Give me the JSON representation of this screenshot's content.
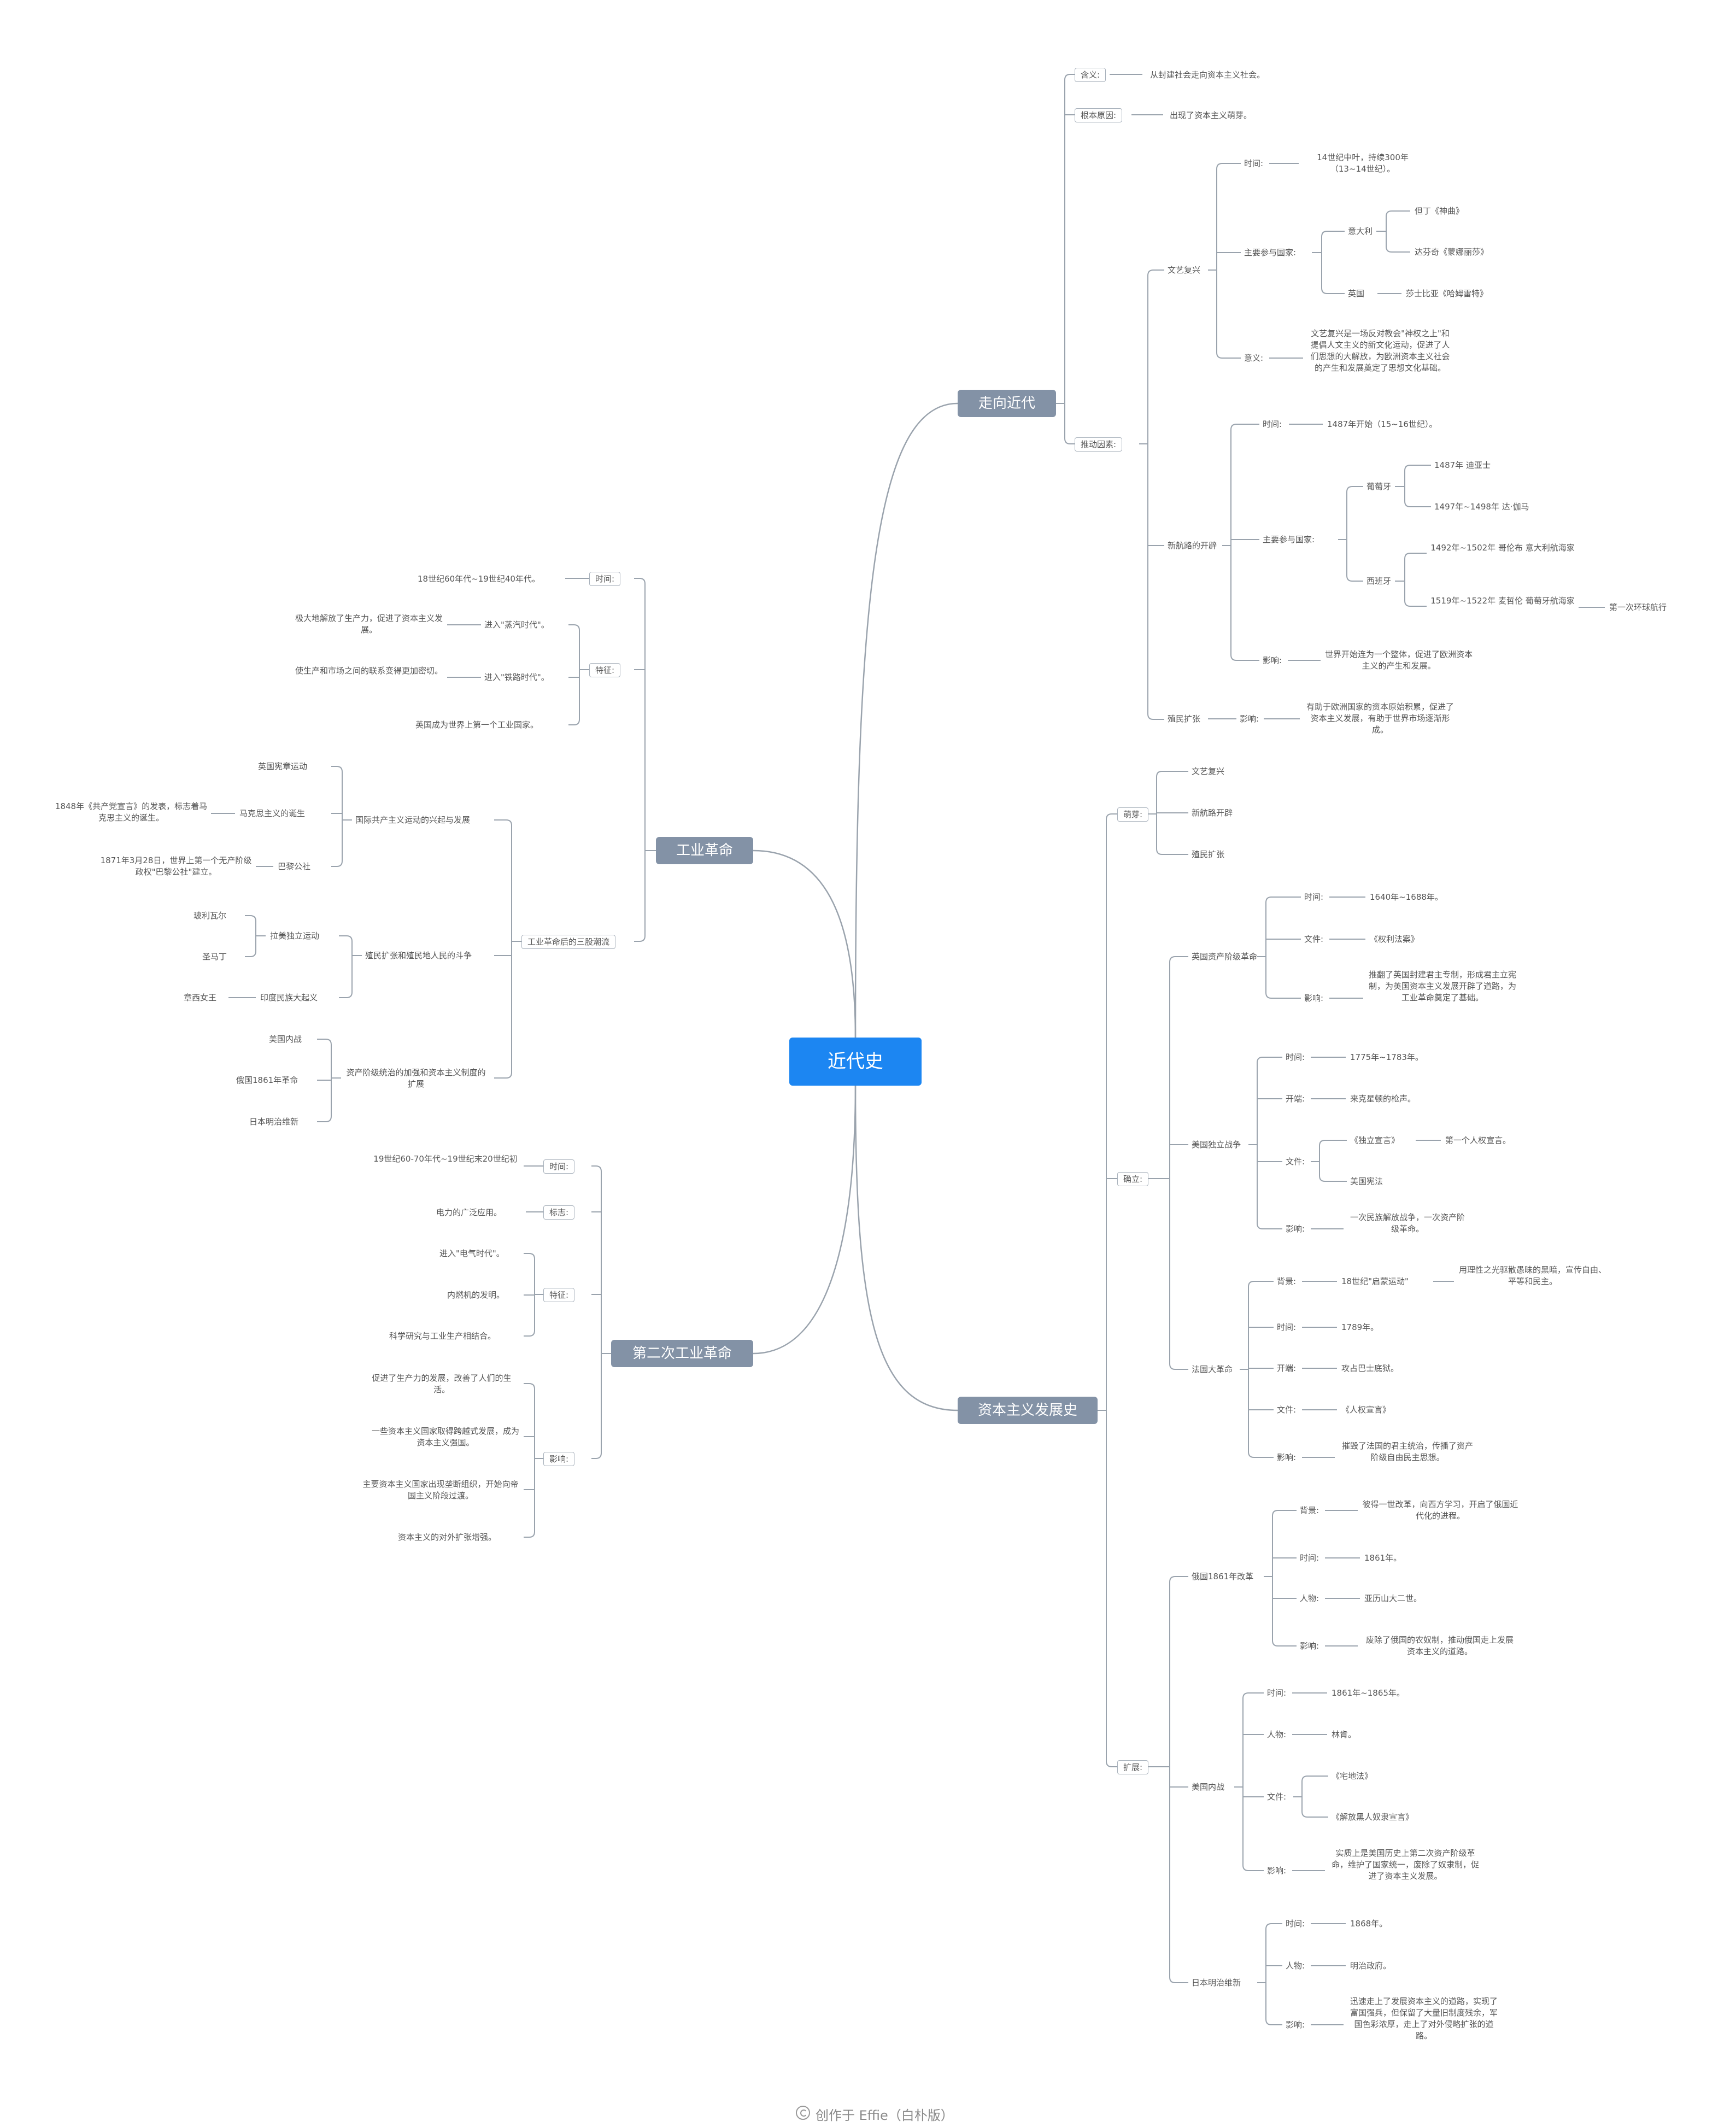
{
  "root": "近代史",
  "branches": {
    "zouxiang": "走向近代",
    "zibenzhuyi": "资本主义发展史",
    "gongye": "工业革命",
    "dierci": "第二次工业革命"
  },
  "zouxiang": {
    "hanyi_label": "含义:",
    "hanyi_text": "从封建社会走向资本主义社会。",
    "genben_label": "根本原因:",
    "genben_text": "出现了资本主义萌芽。",
    "tuidong_label": "推动因素:",
    "wenyi": {
      "label": "文艺复兴",
      "shijian_label": "时间:",
      "shijian_text": "14世纪中叶，持续300年（13~14世纪）。",
      "guojia_label": "主要参与国家:",
      "yidali": "意大利",
      "danding": "但丁《神曲》",
      "dafenqi": "达芬奇《蒙娜丽莎》",
      "yingguo": "英国",
      "shashibiya": "莎士比亚《哈姆雷特》",
      "yiyi_label": "意义:",
      "yiyi_text": "文艺复兴是一场反对教会\"神权之上\"和提倡人文主义的新文化运动，促进了人们思想的大解放，为欧洲资本主义社会的产生和发展奠定了思想文化基础。"
    },
    "xinhanglu": {
      "label": "新航路的开辟",
      "shijian_label": "时间:",
      "shijian_text": "1487年开始（15~16世纪）。",
      "guojia_label": "主要参与国家:",
      "putaoya": "葡萄牙",
      "dias": "1487年  迪亚士",
      "dajiama": "1497年~1498年  达·伽马",
      "xibanya": "西班牙",
      "gelunbu": "1492年~1502年  哥伦布  意大利航海家",
      "maizhelun": "1519年~1522年  麦哲伦  葡萄牙航海家",
      "huanqiu": "第一次环球航行",
      "yingxiang_label": "影响:",
      "yingxiang_text": "世界开始连为一个整体，促进了欧洲资本主义的产生和发展。"
    },
    "zhimin": {
      "label": "殖民扩张",
      "yingxiang_label": "影响:",
      "yingxiang_text": "有助于欧洲国家的资本原始积累，促进了资本主义发展，有助于世界市场逐渐形成。"
    }
  },
  "zibenzhuyi": {
    "mengya": {
      "label": "萌芽:",
      "items": [
        "文艺复兴",
        "新航路开辟",
        "殖民扩张"
      ]
    },
    "queli": {
      "label": "确立:",
      "yingguo": {
        "label": "英国资产阶级革命",
        "shijian_label": "时间:",
        "shijian_text": "1640年~1688年。",
        "wenjian_label": "文件:",
        "wenjian_text": "《权利法案》",
        "yingxiang_label": "影响:",
        "yingxiang_text": "推翻了英国封建君主专制，形成君主立宪制，为英国资本主义发展开辟了道路，为工业革命奠定了基础。"
      },
      "meiguo": {
        "label": "美国独立战争",
        "shijian_label": "时间:",
        "shijian_text": "1775年~1783年。",
        "kaiduan_label": "开端:",
        "kaiduan_text": "来克星顿的枪声。",
        "wenjian_label": "文件:",
        "duli": "《独立宣言》",
        "renquan": "第一个人权宣言。",
        "xianfa": "美国宪法",
        "yingxiang_label": "影响:",
        "yingxiang_text": "一次民族解放战争，一次资产阶级革命。"
      },
      "faguo": {
        "label": "法国大革命",
        "beijing_label": "背景:",
        "beijing_text": "18世纪\"启蒙运动\"",
        "qimeng_text": "用理性之光驱散愚昧的黑暗，宣传自由、平等和民主。",
        "shijian_label": "时间:",
        "shijian_text": "1789年。",
        "kaiduan_label": "开端:",
        "kaiduan_text": "攻占巴士底狱。",
        "wenjian_label": "文件:",
        "wenjian_text": "《人权宣言》",
        "yingxiang_label": "影响:",
        "yingxiang_text": "摧毁了法国的君主统治，传播了资产阶级自由民主思想。"
      }
    },
    "kuozhan": {
      "label": "扩展:",
      "eguo": {
        "label": "俄国1861年改革",
        "beijing_label": "背景:",
        "beijing_text": "彼得一世改革，向西方学习，开启了俄国近代化的进程。",
        "shijian_label": "时间:",
        "shijian_text": "1861年。",
        "renwu_label": "人物:",
        "renwu_text": "亚历山大二世。",
        "yingxiang_label": "影响:",
        "yingxiang_text": "废除了俄国的农奴制，推动俄国走上发展资本主义的道路。"
      },
      "meiguo": {
        "label": "美国内战",
        "shijian_label": "时间:",
        "shijian_text": "1861年~1865年。",
        "renwu_label": "人物:",
        "renwu_text": "林肯。",
        "wenjian_label": "文件:",
        "zhaidi": "《宅地法》",
        "jiefang": "《解放黑人奴隶宣言》",
        "yingxiang_label": "影响:",
        "yingxiang_text": "实质上是美国历史上第二次资产阶级革命，维护了国家统一，废除了奴隶制，促进了资本主义发展。"
      },
      "riben": {
        "label": "日本明治维新",
        "shijian_label": "时间:",
        "shijian_text": "1868年。",
        "renwu_label": "人物:",
        "renwu_text": "明治政府。",
        "yingxiang_label": "影响:",
        "yingxiang_text": "迅速走上了发展资本主义的道路，实现了富国强兵，但保留了大量旧制度残余，军国色彩浓厚，走上了对外侵略扩张的道路。"
      }
    }
  },
  "gongye": {
    "shijian_label": "时间:",
    "shijian_text": "18世纪60年代~19世纪40年代。",
    "tezheng_label": "特征:",
    "zhengqi": "进入\"蒸汽时代\"。",
    "zhengqi_desc": "极大地解放了生产力，促进了资本主义发展。",
    "tielu": "进入\"铁路时代\"。",
    "tielu_desc": "使生产和市场之间的联系变得更加密切。",
    "yingguo": "英国成为世界上第一个工业国家。",
    "chaoliu_label": "工业革命后的三股潮流",
    "gongchan": {
      "label": "国际共产主义运动的兴起与发展",
      "xianzhang": "英国宪章运动",
      "makesi": "马克思主义的诞生",
      "makesi_desc": "1848年《共产党宣言》的发表，标志着马克思主义的诞生。",
      "bali": "巴黎公社",
      "bali_desc": "1871年3月28日，世界上第一个无产阶级政权\"巴黎公社\"建立。"
    },
    "zhimindi": {
      "label": "殖民扩张和殖民地人民的斗争",
      "lamei": "拉美独立运动",
      "bolivar": "玻利瓦尔",
      "shengmading": "圣马丁",
      "yindu": "印度民族大起义",
      "zhangxi": "章西女王"
    },
    "zichan": {
      "label": "资产阶级统治的加强和资本主义制度的扩展",
      "neizhan": "美国内战",
      "eguo": "俄国1861年革命",
      "riben": "日本明治维新"
    }
  },
  "dierci": {
    "shijian_label": "时间:",
    "shijian_text": "19世纪60-70年代~19世纪末20世纪初",
    "biaozhi_label": "标志:",
    "biaozhi_text": "电力的广泛应用。",
    "tezheng_label": "特征:",
    "tezheng_items": [
      "进入\"电气时代\"。",
      "内燃机的发明。",
      "科学研究与工业生产相结合。"
    ],
    "yingxiang_label": "影响:",
    "yingxiang_items": [
      "促进了生产力的发展，改善了人们的生活。",
      "一些资本主义国家取得跨越式发展，成为资本主义强国。",
      "主要资本主义国家出现垄断组织，开始向帝国主义阶段过渡。",
      "资本主义的对外扩张增强。"
    ]
  },
  "credit": "创作于 Effie（白朴版）",
  "colors": {
    "root": "#1c86f2",
    "branch": "#8392a6",
    "line": "#9aa3ad"
  }
}
